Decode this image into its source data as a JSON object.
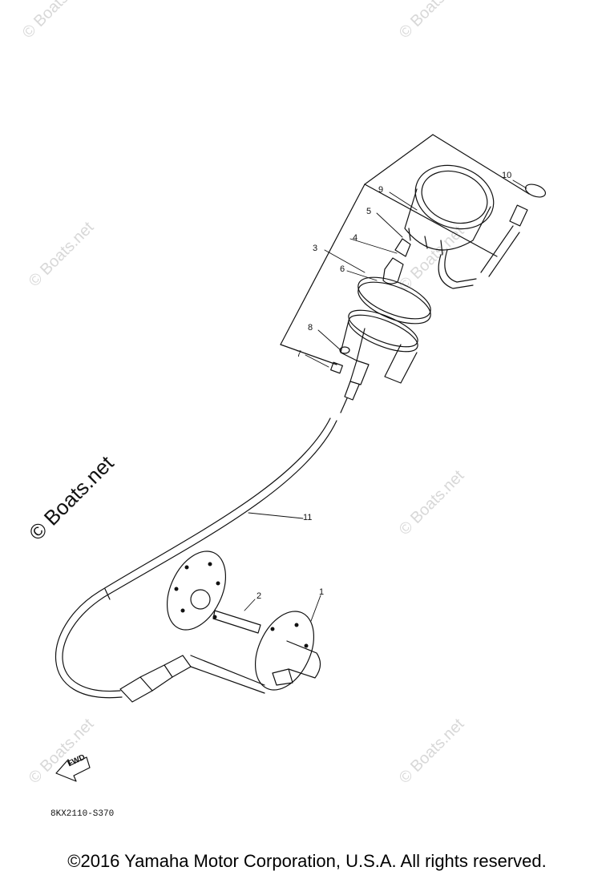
{
  "watermark": {
    "small_text": "© Boats.net",
    "large_text": "© Boats.net"
  },
  "callouts": [
    "1",
    "2",
    "3",
    "4",
    "5",
    "6",
    "7",
    "8",
    "9",
    "10",
    "11"
  ],
  "fwd_label": "FWD",
  "part_code": "8KX2110-S370",
  "copyright": "©2016 Yamaha Motor Corporation, U.S.A. All rights reserved."
}
